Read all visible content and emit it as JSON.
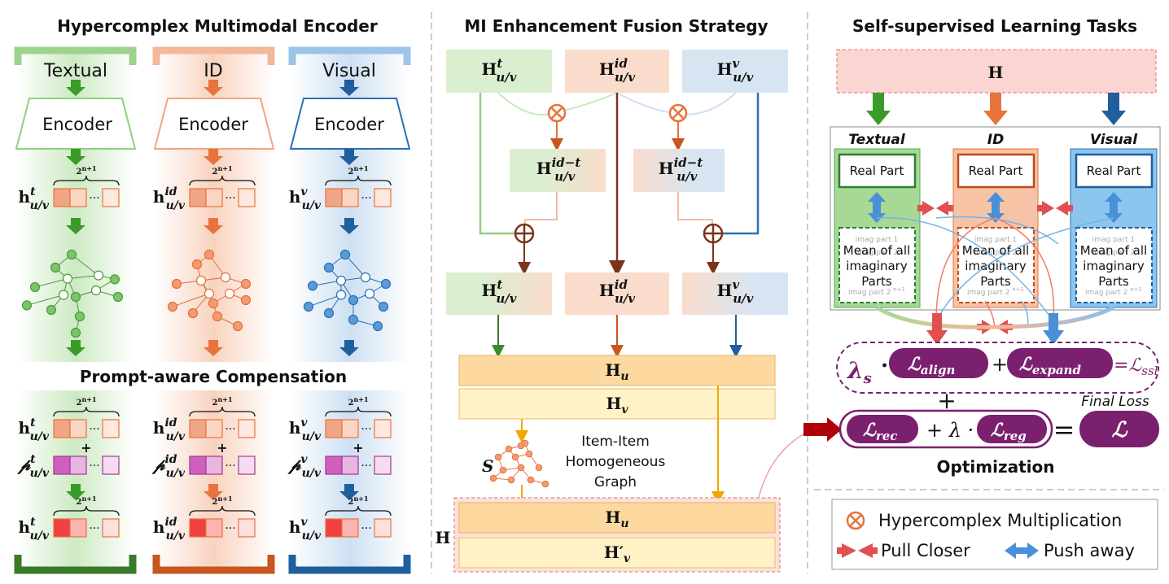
{
  "sections": {
    "encoder_title": "Hypercomplex Multimodal Encoder",
    "fusion_title": "MI Enhancement Fusion Strategy",
    "ssl_title": "Self-supervised Learning Tasks",
    "prompt_title": "Prompt-aware Compensation"
  },
  "encoder": {
    "columns": [
      {
        "label": "Textual",
        "color": "#3a8a2e",
        "encoder_label": "Encoder",
        "sup": "t"
      },
      {
        "label": "ID",
        "color": "#e8733c",
        "encoder_label": "Encoder",
        "sup": "id"
      },
      {
        "label": "Visual",
        "color": "#2c6fb3",
        "encoder_label": "Encoder",
        "sup": "v"
      }
    ],
    "dim_label": "2",
    "dim_sup": "n+1",
    "sub": "u/v",
    "h": "h",
    "p": "𝓅",
    "dots": "···",
    "plus": "+"
  },
  "fusion": {
    "H": "H",
    "sub": "u/v",
    "top_sups": [
      "t",
      "id",
      "v"
    ],
    "mid_sups": [
      "id−t",
      "id−t"
    ],
    "Hu": "Hu",
    "Hv": "Hv",
    "Hv_prime": "H′v",
    "graph_label": "Item-Item Homogeneous Graph",
    "graph_line1": "Item-Item",
    "graph_line2": "Homogeneous",
    "graph_line3": "Graph",
    "S": "S",
    "Hbar": "H"
  },
  "ssl": {
    "H": "H",
    "modalities": [
      "Textual",
      "ID",
      "Visual"
    ],
    "real_part": "Real Part",
    "imag_line1": "imag part 1",
    "imag_line2": "imag part 2",
    "imag_line3": "imag part 2",
    "imag_line3_sup": "n+1",
    "mean_line1": "Mean of all",
    "mean_line2": "imaginary",
    "mean_line3": "Parts",
    "lambda_s": "λ",
    "lambda_s_sub": "s",
    "dot": "·",
    "L_align": "ℒ",
    "L_align_sub": "align",
    "L_expand": "ℒ",
    "L_expand_sub": "expand",
    "L_ssl": "=ℒ",
    "L_ssl_sub": "ssl",
    "plus": "+",
    "final_loss": "Final Loss",
    "L_rec": "ℒ",
    "L_rec_sub": "rec",
    "lambda": "+ λ ·",
    "L_reg": "ℒ",
    "L_reg_sub": "reg",
    "equals": "=",
    "L": "ℒ",
    "optimization": "Optimization"
  },
  "legend": {
    "hyper": "Hypercomplex Multiplication",
    "pull": "Pull Closer",
    "push": "Push away"
  },
  "colors": {
    "green": "#3a8a2e",
    "orange": "#e8733c",
    "blue": "#2c6fb3",
    "purple": "#7b1f6f",
    "darkred": "#a93226"
  }
}
